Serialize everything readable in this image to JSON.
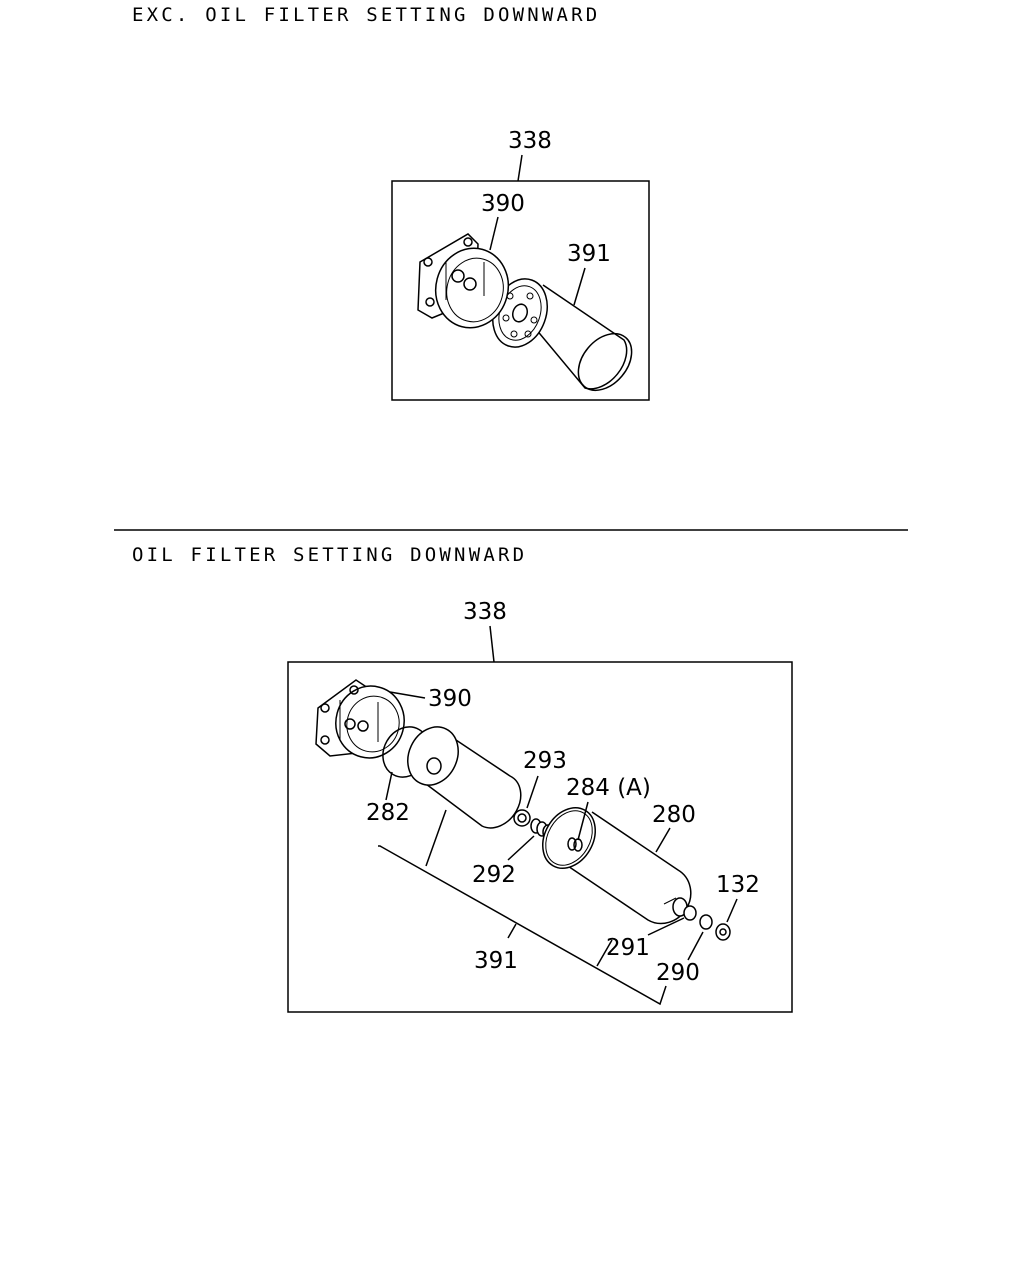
{
  "sections": [
    {
      "title": "EXC. OIL FILTER SETTING DOWNWARD",
      "callouts": {
        "assembly": "338",
        "head": "390",
        "cartridge": "391"
      }
    },
    {
      "title": "OIL FILTER SETTING DOWNWARD",
      "callouts": {
        "assembly": "338",
        "head": "390",
        "ring": "282",
        "gasket_small": "293",
        "element_note": "284 (A)",
        "element": "280",
        "spring": "292",
        "nut": "132",
        "plug": "291",
        "washer": "290",
        "cartridge": "391"
      }
    }
  ]
}
